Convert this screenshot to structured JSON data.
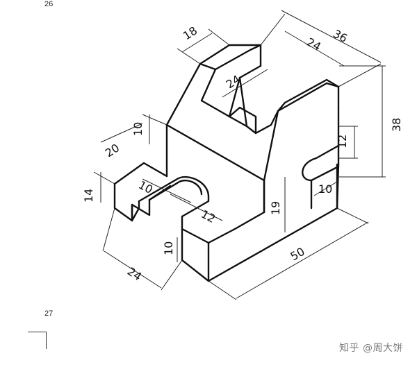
{
  "page_numbers": {
    "top": "26",
    "bottom": "27"
  },
  "watermark": "知乎 @周大饼",
  "dimensions": [
    "18",
    "36",
    "24",
    "24",
    "10",
    "20",
    "10",
    "14",
    "12",
    "12",
    "38",
    "10",
    "19",
    "24",
    "10",
    "50"
  ]
}
